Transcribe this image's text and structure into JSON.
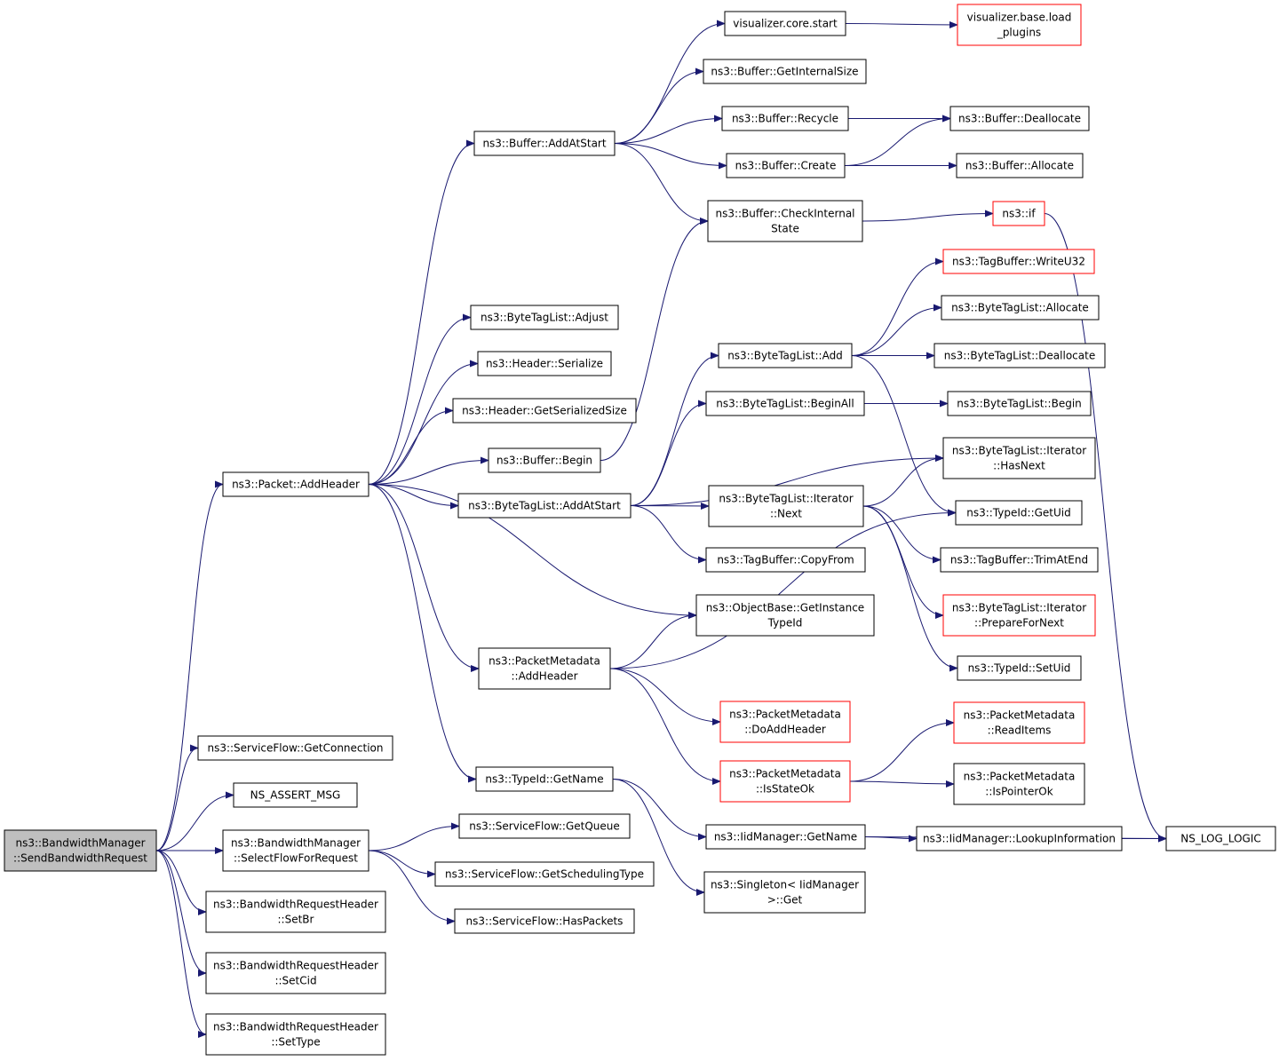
{
  "diagram": {
    "type": "call-graph",
    "colors": {
      "edge": "#191970",
      "border": "#000000",
      "truncated_border": "#ff0000",
      "root_fill": "#bfbfbf",
      "fill": "#ffffff"
    },
    "nodes": [
      {
        "id": "root",
        "lines": [
          "ns3::BandwidthManager",
          "::SendBandwidthRequest"
        ],
        "style": "root"
      },
      {
        "id": "addheader",
        "lines": [
          "ns3::Packet::AddHeader"
        ]
      },
      {
        "id": "getconn",
        "lines": [
          "ns3::ServiceFlow::GetConnection"
        ]
      },
      {
        "id": "assertmsg",
        "lines": [
          "NS_ASSERT_MSG"
        ]
      },
      {
        "id": "selectflow",
        "lines": [
          "ns3::BandwidthManager",
          "::SelectFlowForRequest"
        ]
      },
      {
        "id": "setbr",
        "lines": [
          "ns3::BandwidthRequestHeader",
          "::SetBr"
        ]
      },
      {
        "id": "setcid",
        "lines": [
          "ns3::BandwidthRequestHeader",
          "::SetCid"
        ]
      },
      {
        "id": "settype",
        "lines": [
          "ns3::BandwidthRequestHeader",
          "::SetType"
        ]
      },
      {
        "id": "bufaddatstart",
        "lines": [
          "ns3::Buffer::AddAtStart"
        ]
      },
      {
        "id": "btladjust",
        "lines": [
          "ns3::ByteTagList::Adjust"
        ]
      },
      {
        "id": "hdrserialize",
        "lines": [
          "ns3::Header::Serialize"
        ]
      },
      {
        "id": "hdrgetsize",
        "lines": [
          "ns3::Header::GetSerializedSize"
        ]
      },
      {
        "id": "bufbegin",
        "lines": [
          "ns3::Buffer::Begin"
        ]
      },
      {
        "id": "btladdatstart",
        "lines": [
          "ns3::ByteTagList::AddAtStart"
        ]
      },
      {
        "id": "pmaddheader",
        "lines": [
          "ns3::PacketMetadata",
          "::AddHeader"
        ]
      },
      {
        "id": "typeidgetname",
        "lines": [
          "ns3::TypeId::GetName"
        ]
      },
      {
        "id": "sfgetqueue",
        "lines": [
          "ns3::ServiceFlow::GetQueue"
        ]
      },
      {
        "id": "sfgetsched",
        "lines": [
          "ns3::ServiceFlow::GetSchedulingType"
        ]
      },
      {
        "id": "sfhaspackets",
        "lines": [
          "ns3::ServiceFlow::HasPackets"
        ]
      },
      {
        "id": "vizstart",
        "lines": [
          "visualizer.core.start"
        ]
      },
      {
        "id": "vizload",
        "lines": [
          "visualizer.base.load",
          "_plugins"
        ],
        "style": "truncated"
      },
      {
        "id": "bufgetinternal",
        "lines": [
          "ns3::Buffer::GetInternalSize"
        ]
      },
      {
        "id": "bufrecycle",
        "lines": [
          "ns3::Buffer::Recycle"
        ]
      },
      {
        "id": "bufcreate",
        "lines": [
          "ns3::Buffer::Create"
        ]
      },
      {
        "id": "bufcheck",
        "lines": [
          "ns3::Buffer::CheckInternal",
          "State"
        ]
      },
      {
        "id": "bufdealloc",
        "lines": [
          "ns3::Buffer::Deallocate"
        ]
      },
      {
        "id": "bufalloc",
        "lines": [
          "ns3::Buffer::Allocate"
        ]
      },
      {
        "id": "nsif",
        "lines": [
          "ns3::if"
        ],
        "style": "truncated"
      },
      {
        "id": "tbwriteu32",
        "lines": [
          "ns3::TagBuffer::WriteU32"
        ],
        "style": "truncated"
      },
      {
        "id": "btlalloc",
        "lines": [
          "ns3::ByteTagList::Allocate"
        ]
      },
      {
        "id": "btladd",
        "lines": [
          "ns3::ByteTagList::Add"
        ]
      },
      {
        "id": "btldealloc",
        "lines": [
          "ns3::ByteTagList::Deallocate"
        ]
      },
      {
        "id": "btlbeginall",
        "lines": [
          "ns3::ByteTagList::BeginAll"
        ]
      },
      {
        "id": "btlbegin",
        "lines": [
          "ns3::ByteTagList::Begin"
        ]
      },
      {
        "id": "itnext",
        "lines": [
          "ns3::ByteTagList::Iterator",
          "::Next"
        ]
      },
      {
        "id": "ithasnext",
        "lines": [
          "ns3::ByteTagList::Iterator",
          "::HasNext"
        ]
      },
      {
        "id": "typeidgetuid",
        "lines": [
          "ns3::TypeId::GetUid"
        ]
      },
      {
        "id": "tbcopyfrom",
        "lines": [
          "ns3::TagBuffer::CopyFrom"
        ]
      },
      {
        "id": "tbtrim",
        "lines": [
          "ns3::TagBuffer::TrimAtEnd"
        ]
      },
      {
        "id": "objgetinst",
        "lines": [
          "ns3::ObjectBase::GetInstance",
          "TypeId"
        ]
      },
      {
        "id": "itprepare",
        "lines": [
          "ns3::ByteTagList::Iterator",
          "::PrepareForNext"
        ],
        "style": "truncated"
      },
      {
        "id": "typeidsetuid",
        "lines": [
          "ns3::TypeId::SetUid"
        ]
      },
      {
        "id": "pmdoadd",
        "lines": [
          "ns3::PacketMetadata",
          "::DoAddHeader"
        ],
        "style": "truncated"
      },
      {
        "id": "pmreaditems",
        "lines": [
          "ns3::PacketMetadata",
          "::ReadItems"
        ],
        "style": "truncated"
      },
      {
        "id": "pmisstateok",
        "lines": [
          "ns3::PacketMetadata",
          "::IsStateOk"
        ],
        "style": "truncated"
      },
      {
        "id": "pmispointerok",
        "lines": [
          "ns3::PacketMetadata",
          "::IsPointerOk"
        ]
      },
      {
        "id": "iidgetname",
        "lines": [
          "ns3::IidManager::GetName"
        ]
      },
      {
        "id": "iidlookup",
        "lines": [
          "ns3::IidManager::LookupInformation"
        ]
      },
      {
        "id": "nslog",
        "lines": [
          "NS_LOG_LOGIC"
        ]
      },
      {
        "id": "singleton",
        "lines": [
          "ns3::Singleton< IidManager",
          ">::Get"
        ]
      }
    ],
    "edges": [
      [
        "root",
        "addheader"
      ],
      [
        "root",
        "getconn"
      ],
      [
        "root",
        "assertmsg"
      ],
      [
        "root",
        "selectflow"
      ],
      [
        "root",
        "setbr"
      ],
      [
        "root",
        "setcid"
      ],
      [
        "root",
        "settype"
      ],
      [
        "addheader",
        "bufaddatstart"
      ],
      [
        "addheader",
        "btladjust"
      ],
      [
        "addheader",
        "hdrserialize"
      ],
      [
        "addheader",
        "hdrgetsize"
      ],
      [
        "addheader",
        "bufbegin"
      ],
      [
        "addheader",
        "btladdatstart"
      ],
      [
        "addheader",
        "objgetinst"
      ],
      [
        "addheader",
        "pmaddheader"
      ],
      [
        "addheader",
        "typeidgetname"
      ],
      [
        "selectflow",
        "sfgetqueue"
      ],
      [
        "selectflow",
        "sfgetsched"
      ],
      [
        "selectflow",
        "sfhaspackets"
      ],
      [
        "bufaddatstart",
        "vizstart"
      ],
      [
        "bufaddatstart",
        "bufgetinternal"
      ],
      [
        "bufaddatstart",
        "bufrecycle"
      ],
      [
        "bufaddatstart",
        "bufcreate"
      ],
      [
        "bufaddatstart",
        "bufcheck"
      ],
      [
        "vizstart",
        "vizload"
      ],
      [
        "bufrecycle",
        "bufdealloc"
      ],
      [
        "bufcreate",
        "bufdealloc"
      ],
      [
        "bufcreate",
        "bufalloc"
      ],
      [
        "bufcheck",
        "nsif"
      ],
      [
        "nsif",
        "nslog"
      ],
      [
        "bufbegin",
        "bufcheck"
      ],
      [
        "btladdatstart",
        "btladd"
      ],
      [
        "btladdatstart",
        "btlbeginall"
      ],
      [
        "btladdatstart",
        "ithasnext"
      ],
      [
        "btladdatstart",
        "itnext"
      ],
      [
        "btladdatstart",
        "tbcopyfrom"
      ],
      [
        "btladd",
        "tbwriteu32"
      ],
      [
        "btladd",
        "btlalloc"
      ],
      [
        "btladd",
        "btldealloc"
      ],
      [
        "btladd",
        "typeidgetuid"
      ],
      [
        "btlbeginall",
        "btlbegin"
      ],
      [
        "itnext",
        "ithasnext"
      ],
      [
        "itnext",
        "tbtrim"
      ],
      [
        "itnext",
        "itprepare"
      ],
      [
        "itnext",
        "typeidsetuid"
      ],
      [
        "pmaddheader",
        "objgetinst"
      ],
      [
        "pmaddheader",
        "typeidgetuid"
      ],
      [
        "pmaddheader",
        "pmdoadd"
      ],
      [
        "pmaddheader",
        "pmisstateok"
      ],
      [
        "pmisstateok",
        "pmreaditems"
      ],
      [
        "pmisstateok",
        "pmispointerok"
      ],
      [
        "typeidgetname",
        "iidgetname"
      ],
      [
        "typeidgetname",
        "singleton"
      ],
      [
        "iidgetname",
        "iidlookup"
      ],
      [
        "iidgetname",
        "nslog"
      ],
      [
        "iidlookup",
        "nslog"
      ]
    ]
  }
}
